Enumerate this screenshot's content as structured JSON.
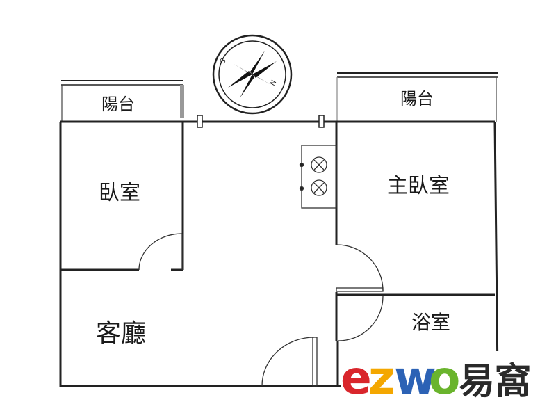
{
  "rooms": {
    "balcony_left": "陽台",
    "balcony_right": "陽台",
    "bedroom": "臥室",
    "master_bedroom": "主臥室",
    "living_room": "客廳",
    "bathroom": "浴室"
  },
  "compass": {
    "south": "S",
    "north": "N"
  },
  "logo": {
    "e": "e",
    "z": "z",
    "w": "w",
    "o": "o",
    "brand": "易窩"
  },
  "colors": {
    "wall": "#222222",
    "logo_e": "#d9262c",
    "logo_z": "#f4a700",
    "logo_w": "#2c62b5",
    "logo_o": "#6ab42d"
  }
}
